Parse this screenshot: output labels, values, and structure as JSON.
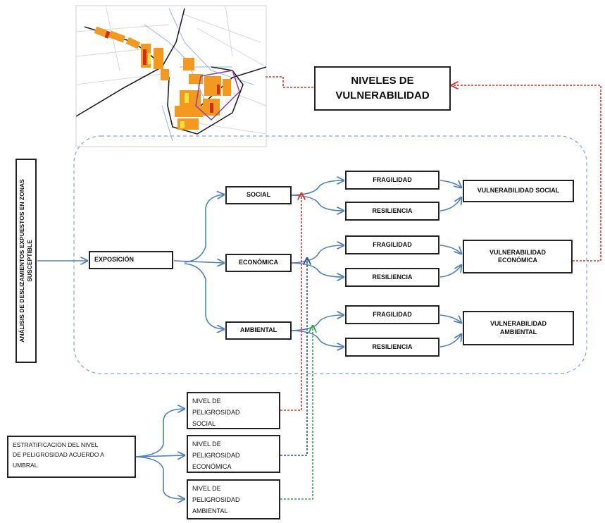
{
  "title": {
    "text_line1": "NIVELES DE",
    "text_line2": "VULNERABILIDAD"
  },
  "left_label": {
    "text": "ANÁLISIS DE DESLIZAMIENTOS EXPUESTOS EN ZONAS SUSCEPTIBLE"
  },
  "exposure": {
    "label": "EXPOSICIÓN"
  },
  "categories": [
    {
      "label": "SOCIAL"
    },
    {
      "label": "ECONÓMICA"
    },
    {
      "label": "AMBIENTAL"
    }
  ],
  "factors": {
    "social": {
      "fragility": "FRAGILIDAD",
      "resilience": "RESILIENCIA"
    },
    "economic": {
      "fragility": "FRAGILIDAD",
      "resilience": "RESILIENCIA"
    },
    "environmental": {
      "fragility": "FRAGILIDAD",
      "resilience": "RESILIENCIA"
    }
  },
  "vulnerabilities": {
    "social": "VULNERABILIDAD SOCIAL",
    "economic_line1": "VULNERABILIDAD",
    "economic_line2": "ECONÓMICA",
    "environmental_line1": "VULNERABILIDAD",
    "environmental_line2": "AMBIENTAL"
  },
  "stratification": {
    "line1": "ESTRATIFICACION DEL NIVEL",
    "line2": "DE PELIGROSIDAD ACUERDO A",
    "line3": "UMBRAL"
  },
  "hazard_levels": {
    "social": {
      "l1": "NIVEL DE",
      "l2": "PELIGROSIDAD",
      "l3": "SOCIAL"
    },
    "economic": {
      "l1": "NIVEL DE",
      "l2": "PELIGROSIDAD",
      "l3": "ECONÓMICA"
    },
    "environmental": {
      "l1": "NIVEL DE",
      "l2": "PELIGROSIDAD",
      "l3": "AMBIENTAL"
    }
  },
  "colors": {
    "arrow_blue": "#4f81bd",
    "dash_red": "#e0302a",
    "dash_navy": "#2f4f9f",
    "dash_green": "#2ea84a",
    "region_border": "#7fa7d6",
    "map_orange": "#f39a1e",
    "map_red": "#d42a1a",
    "map_yellow": "#f7e43a"
  }
}
